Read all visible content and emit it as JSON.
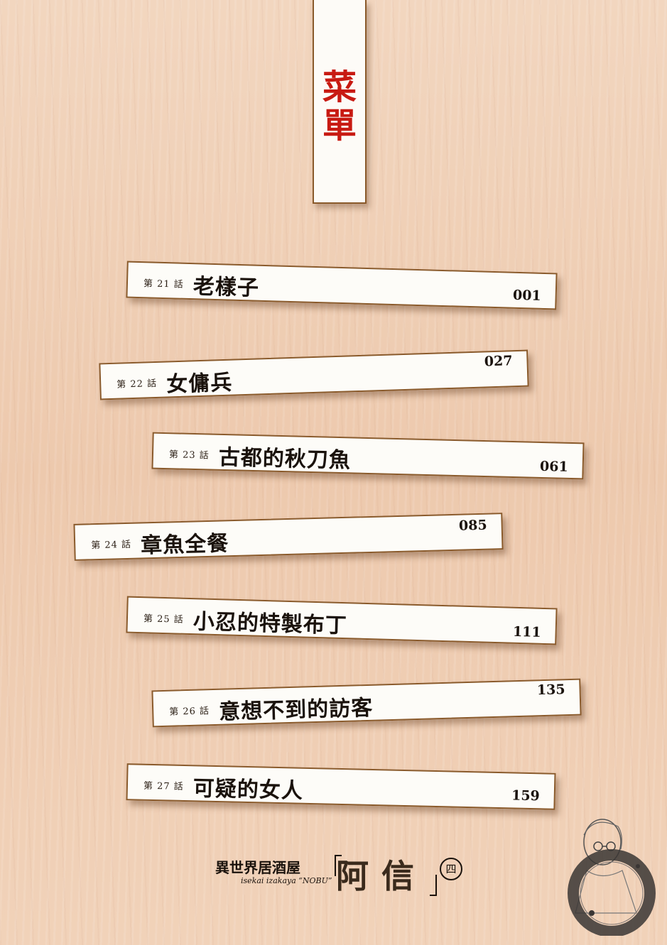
{
  "title": [
    "菜",
    "單"
  ],
  "chapters": [
    {
      "label": "第 21 話",
      "title": "老樣子",
      "page": "001"
    },
    {
      "label": "第 22 話",
      "title": "女傭兵",
      "page": "027"
    },
    {
      "label": "第 23 話",
      "title": "古都的秋刀魚",
      "page": "061"
    },
    {
      "label": "第 24 話",
      "title": "章魚全餐",
      "page": "085"
    },
    {
      "label": "第 25 話",
      "title": "小忍的特製布丁",
      "page": "111"
    },
    {
      "label": "第 26 話",
      "title": "意想不到的訪客",
      "page": "135"
    },
    {
      "label": "第 27 話",
      "title": "可疑的女人",
      "page": "159"
    }
  ],
  "footer": {
    "japanese_title": "異世界居酒屋",
    "english_title": "isekai izakaya “NOBU”",
    "name": "阿信",
    "volume": "四"
  },
  "colors": {
    "title_red": "#c81a12",
    "strip_border": "#8a5a2b",
    "wood": "#efcfb6"
  }
}
